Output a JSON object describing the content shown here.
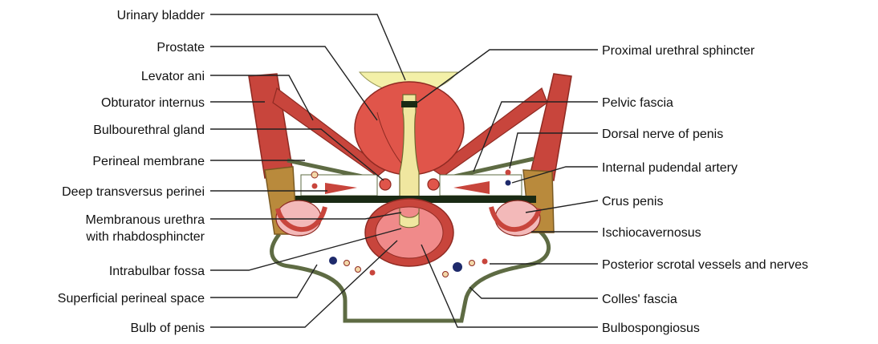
{
  "labels_left": [
    "Urinary bladder",
    "Prostate",
    "Levator ani",
    "Obturator internus",
    "Bulbourethral gland",
    "Perineal membrane",
    "Deep transversus perinei",
    "Membranous urethra",
    "with rhabdosphincter",
    "Intrabulbar fossa",
    "Superficial perineal space",
    "Bulb of penis"
  ],
  "labels_right": [
    "Proximal urethral sphincter",
    "Pelvic fascia",
    "Dorsal nerve of penis",
    "Internal pudendal artery",
    "Crus penis",
    "Ischiocavernosus",
    "Posterior scrotal vessels and nerves",
    "Colles' fascia",
    "Bulbospongiosus"
  ],
  "colors": {
    "muscle": "#c8453c",
    "muscle_dark": "#8f2a22",
    "prostate": "#e0554a",
    "bladder": "#f3f0a8",
    "urethra": "#f0e7a0",
    "bulb": "#f08a8a",
    "fascia": "#5e6b43",
    "fat": "#b98a3c",
    "crus": "#f3b9b9",
    "membrane": "#1a2a14",
    "nerve": "#1e2a6b",
    "artery": "#c8453c",
    "vessel_light": "#f3d8a8"
  }
}
